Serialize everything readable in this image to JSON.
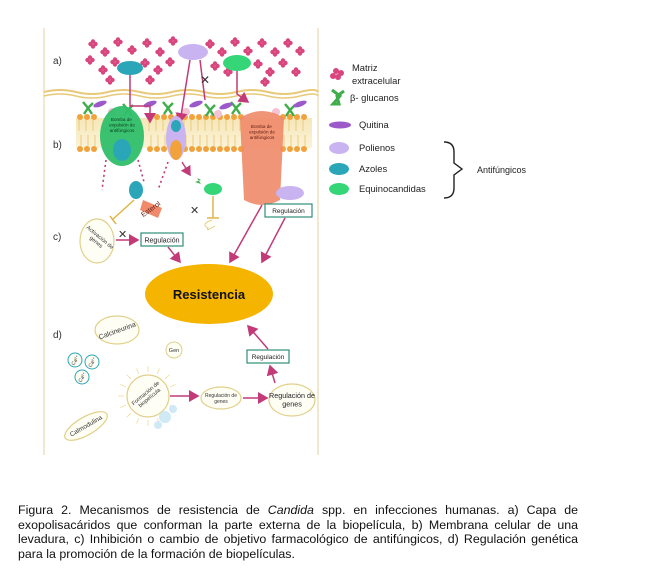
{
  "figure": {
    "section_labels": {
      "a": "a)",
      "b": "b)",
      "c": "c)",
      "d": "d)"
    },
    "pump_left_label": "Bomba de expulsión de antifúngicos",
    "pump_right_label": "Bomba de expulsión de antifúngicos",
    "ergosterol_label": "Esterol",
    "activation_label": "Activación de genes",
    "regulation_c_label": "Regulación",
    "regulation_right_label": "Regulación",
    "resistance_label": "Resistencia",
    "regulation_d_label": "Regulación",
    "calcineurin_label": "Calcineurina",
    "ca_labels": [
      "Ca²⁺",
      "Ca²⁺",
      "Ca²⁺"
    ],
    "gen_label": "Gen",
    "biofilm_formation_label": "Formación de biopelícula",
    "gene_regulation_small_label": "Regulación de genes",
    "gene_regulation_big_label": "Regulación de genes",
    "calmodulin_label": "Calmodulina"
  },
  "legend": {
    "items": [
      {
        "label_line1": "Matriz",
        "label_line2": "extracelular",
        "icon": "matrix-flower-icon",
        "color": "#d9467e"
      },
      {
        "label_line1": "β- glucanos",
        "label_line2": "",
        "icon": "beta-glucan-icon",
        "color": "#3fae4a"
      },
      {
        "label_line1": "Quitina",
        "label_line2": "",
        "icon": "chitin-icon",
        "color": "#9b59c9"
      },
      {
        "label_line1": "Polienos",
        "label_line2": "",
        "icon": "polyene-icon",
        "color": "#c9b3f0"
      },
      {
        "label_line1": "Azoles",
        "label_line2": "",
        "icon": "azole-icon",
        "color": "#2aa6b8"
      },
      {
        "label_line1": "Equinocandidas",
        "label_line2": "",
        "icon": "echinocandin-icon",
        "color": "#35d678"
      }
    ],
    "bracket_label": "Antifúngicos"
  },
  "caption": {
    "prefix": "Figura 2. Mecanismos de resistencia de ",
    "italic": "Candida",
    "suffix": " spp. en infecciones humanas. a) Capa de exopolisacáridos que conforman la parte externa de la biopelícula, b) Membrana celular de una levadura, c) Inhibición o cambio de objetivo farmacológico de antifúngicos, d) Regulación genética para la promoción de la formación de biopelículas."
  },
  "colors": {
    "matrix": "#d9467e",
    "glucan": "#3fae4a",
    "chitin": "#9b59c9",
    "polyene": "#c9b3f0",
    "azole": "#2aa6b8",
    "echinocandin": "#35d678",
    "resistance": "#f5b400",
    "arrow": "#c23b78",
    "pump_green": "#2fbf6a",
    "pump_red": "#f08a6a",
    "membrane_head": "#f2a23a"
  }
}
